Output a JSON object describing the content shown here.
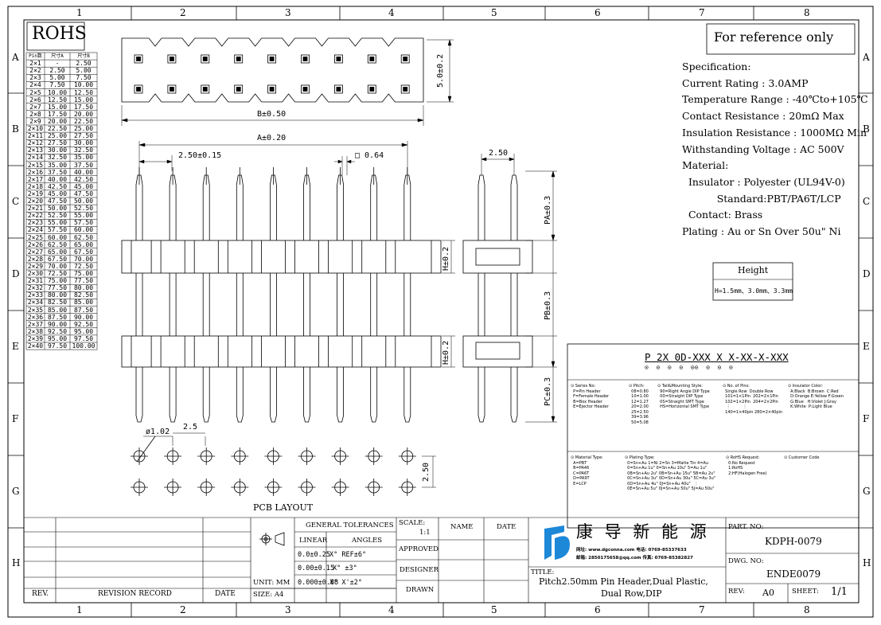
{
  "frame": {
    "cols": [
      "1",
      "2",
      "3",
      "4",
      "5",
      "6",
      "7",
      "8"
    ],
    "rows": [
      "A",
      "B",
      "C",
      "D",
      "E",
      "F",
      "G",
      "H"
    ]
  },
  "rohs": "ROHS",
  "pin_table": {
    "headers": [
      "Pin数",
      "尺寸A",
      "尺寸B"
    ],
    "rows": [
      [
        "2×1",
        "-",
        "2.50"
      ],
      [
        "2×2",
        "2.50",
        "5.00"
      ],
      [
        "2×3",
        "5.00",
        "7.50"
      ],
      [
        "2×4",
        "7.50",
        "10.00"
      ],
      [
        "2×5",
        "10.00",
        "12.50"
      ],
      [
        "2×6",
        "12.50",
        "15.00"
      ],
      [
        "2×7",
        "15.00",
        "17.50"
      ],
      [
        "2×8",
        "17.50",
        "20.00"
      ],
      [
        "2×9",
        "20.00",
        "22.50"
      ],
      [
        "2×10",
        "22.50",
        "25.00"
      ],
      [
        "2×11",
        "25.00",
        "27.50"
      ],
      [
        "2×12",
        "27.50",
        "30.00"
      ],
      [
        "2×13",
        "30.00",
        "32.50"
      ],
      [
        "2×14",
        "32.50",
        "35.00"
      ],
      [
        "2×15",
        "35.00",
        "37.50"
      ],
      [
        "2×16",
        "37.50",
        "40.00"
      ],
      [
        "2×17",
        "40.00",
        "42.50"
      ],
      [
        "2×18",
        "42.50",
        "45.00"
      ],
      [
        "2×19",
        "45.00",
        "47.50"
      ],
      [
        "2×20",
        "47.50",
        "50.00"
      ],
      [
        "2×21",
        "50.00",
        "52.50"
      ],
      [
        "2×22",
        "52.50",
        "55.00"
      ],
      [
        "2×23",
        "55.00",
        "57.50"
      ],
      [
        "2×24",
        "57.50",
        "60.00"
      ],
      [
        "2×25",
        "60.00",
        "62.50"
      ],
      [
        "2×26",
        "62.50",
        "65.00"
      ],
      [
        "2×27",
        "65.00",
        "67.50"
      ],
      [
        "2×28",
        "67.50",
        "70.00"
      ],
      [
        "2×29",
        "70.00",
        "72.50"
      ],
      [
        "2×30",
        "72.50",
        "75.00"
      ],
      [
        "2×31",
        "75.00",
        "77.50"
      ],
      [
        "2×32",
        "77.50",
        "80.00"
      ],
      [
        "2×33",
        "80.00",
        "82.50"
      ],
      [
        "2×34",
        "82.50",
        "85.00"
      ],
      [
        "2×35",
        "85.00",
        "87.50"
      ],
      [
        "2×36",
        "87.50",
        "90.00"
      ],
      [
        "2×37",
        "90.00",
        "92.50"
      ],
      [
        "2×38",
        "92.50",
        "95.00"
      ],
      [
        "2×39",
        "95.00",
        "97.50"
      ],
      [
        "2×40",
        "97.50",
        "100.00"
      ]
    ]
  },
  "dims": {
    "height_5": "5.0±0.2",
    "b": "B±0.50",
    "a": "A±0.20",
    "pitch": "2.50±0.15",
    "sq": "□ 0.64",
    "side_pitch": "2.50",
    "pa": "PA±0.3",
    "pb": "PB±0.3",
    "pc": "PC±0.3",
    "h1": "H±0.2",
    "h2": "H±0.2",
    "hole": "ø1.02",
    "pcb_pitch": "2.5",
    "pcb_row": "2.50",
    "pcb_layout": "PCB LAYOUT"
  },
  "reference": "For reference only",
  "specs": [
    "Specification:",
    "Current Rating : 3.0AMP",
    "Temperature Range : -40℃to+105℃",
    "Contact Resistance : 20mΩ Max",
    "Insulation Resistance : 1000MΩ Min",
    "Withstanding Voltage : AC 500V",
    "Material:",
    "  Insulator : Polyester (UL94V-0)",
    "           Standard:PBT/PA6T/LCP",
    "  Contact: Brass",
    "Plating : Au or Sn Over 50u\" Ni"
  ],
  "height_box": {
    "title": "Height",
    "value": "H=1.5mm、3.0mm、3.3mm"
  },
  "part_code": {
    "code": "P 2X 0D-XXX X X-XX-X-XXX",
    "markers": "⊙  ⊙  ⊙  ⊙  ⊙⊙  ⊙  ⊙  ⊙",
    "series": "⊙ Series No:\n  P=Pin Header\n  F=Female Header\n  B=Box Header\n  E=Ejector Header",
    "pitch": "⊙ Pitch:\n  08=0.80\n  10=1.00\n  12=1.27\n  20=2.00\n  25=2.50\n  39=3.96\n  50=5.08",
    "tail": "⊙ Tail&Mounting Style:\n  90=Right Angle DIP Type\n  0D=Straight DIP Type\n  0S=Straight SMT Type\n  HS=Horizontal SMT Type",
    "pins": "⊙ No. of Pins:\n  Single Row  Double Row\n  101=1×1Pin  202=2×1Pin\n  102=1×2Pin  204=2×2Pin\n   ⋮          ⋮\n  140=1×40pin 280=2×40pin",
    "color": "⊙ Insulator Color:\n  A:Black  B:Brown  C:Red\n  D:Orange E:Yellow F:Green\n  G:Blue   H:Violet J:Gray\n  K:White  P:Light Blue",
    "material": "⊙ Material Type:\n  A=PBT\n  B=PA46\n  C=PA6T\n  D=PA9T\n  E=LCP",
    "plating": "⊙ Plating Type:\n  0=Sn+Au 1=Ni 2=Sn 3=Matte Tin 4=Au\n  0=Sn+Au 1u\" 0=Sn+Au 10u\" 5=Au 1u\"\n  0B=Sn+Au 2u\" 0B=Sn+Au 15u\" 5B=Au 2u\"\n  0C=Sn+Au 3u\" 0D=Sn+Au 30u\" 5C=Au 3u\"\n  0D=Sn+Au 4u\" 0J=Sn+Au 40u\"   ⋮\n  0E=Sn+Au 5u\" 0J=Sn+Au 50u\" 5J=Au 50u\"",
    "rohs": "⊙ RoHS Request:\n  0:No Request\n  1:RoHS\n  2:HF(Halogen Free)",
    "customer": "⊙ Customer Code"
  },
  "title_block": {
    "rev_hdr": "REV.",
    "rev_record_hdr": "REVISION RECORD",
    "date_hdr": "DATE",
    "unit": "UNIT: MM",
    "size": "SIZE: A4",
    "gen_tol": "GENERAL TOLERANCES",
    "linear": "LINEAR",
    "angles": "ANGLES",
    "lin_rows": [
      "0.0±0.25",
      "0.00±0.15",
      "0.000±0.08"
    ],
    "ang_rows": [
      "X° REF±6°",
      "X° ±3°",
      "X° X'±2°"
    ],
    "scale_label": "SCALE:",
    "scale_value": "1:1",
    "approved": "APPROVED",
    "designer": "DESIGNER",
    "drawn": "DRAWN",
    "name": "NAME",
    "date": "DATE",
    "company": "康 导 新 能 源",
    "company_contact1": "网址: www.dgconna.com   电话: 0769-85337633",
    "company_contact2": "邮箱: 2850175658@qq.com  传真: 0769-85382827",
    "title_label": "TITLE:",
    "title_line1": "Pitch2.50mm Pin Header,Dual Plastic,",
    "title_line2": "Dual Row,DIP",
    "part_no_label": "PART. NO:",
    "part_no": "KDPH-0079",
    "dwg_no_label": "DWG. NO:",
    "dwg_no": "ENDE0079",
    "rev_label": "REV:",
    "rev": "A0",
    "sheet_label": "SHEET:",
    "sheet": "1/1"
  },
  "colors": {
    "line": "#000000",
    "logo_blue": "#1e88d8"
  }
}
